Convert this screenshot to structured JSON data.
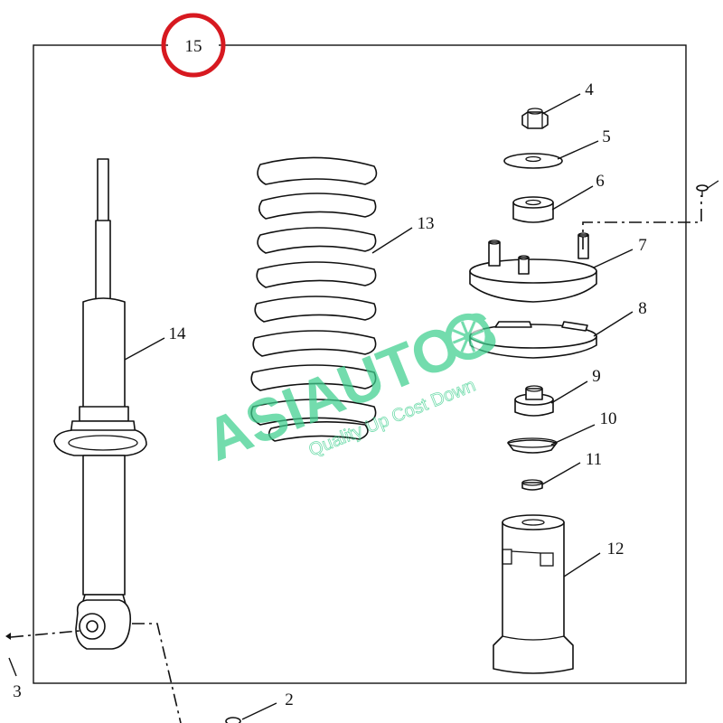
{
  "diagram": {
    "sheet_number": "15",
    "highlight_color": "#d71920",
    "callouts": [
      "2",
      "3",
      "4",
      "5",
      "6",
      "7",
      "8",
      "9",
      "10",
      "11",
      "12",
      "13",
      "14"
    ]
  },
  "watermark": {
    "brand": "ASIAUTOS",
    "tagline": "Quality Up Cost Down",
    "color": "#3ecf8e"
  }
}
